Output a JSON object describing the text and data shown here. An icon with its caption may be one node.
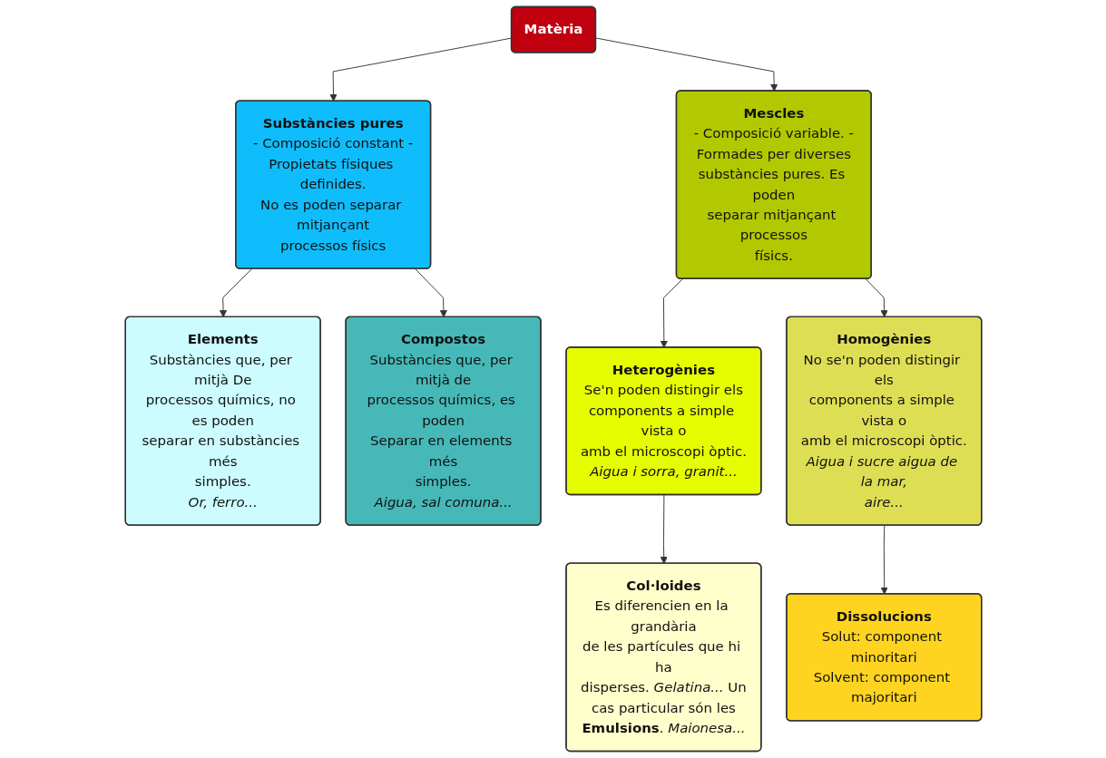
{
  "diagram": {
    "nodes": [
      {
        "text": [
          "Matèria"
        ]
      },
      {
        "text": [
          "Substàncies pures",
          "- Composició constant - Propietats físiques definides. No es poden separar mitjançant processos físics"
        ]
      },
      {
        "text": [
          "Mescles",
          "- Composició variable. - Formades per diverses substàncies pures. Es poden separar mitjançant processos físics."
        ]
      },
      {
        "text": [
          "Elements",
          "Substàncies que, per mitjà De processos químics, no es poden separar en substàncies més simples.",
          "Or, ferro..."
        ]
      },
      {
        "text": [
          "Compostos",
          "Substàncies que, per mitjà de processos químics, es poden Separar en elements més simples.",
          "Aigua, sal comuna..."
        ]
      },
      {
        "text": [
          "Heterogènies",
          "Se'n poden distingir els components a simple vista o amb el microscopi òptic.",
          "Aigua i sorra, granit..."
        ]
      },
      {
        "text": [
          "Homogènies",
          "No se'n poden distingir els components a simple vista o amb el microscopi òptic.",
          "Aigua i sucre aigua de la mar, aire..."
        ]
      },
      {
        "text": [
          "Col·loides",
          "Es diferencien en la grandària de les partícules que hi ha disperses. *Gelatina...* Un cas particular són les **Emulsions**. *Maionesa...*"
        ]
      },
      {
        "text": [
          "Dissolucions",
          "Solut: component minoritari Solvent: component majoritari"
        ]
      }
    ],
    "edges": [
      {
        "from": 0,
        "to": 1,
        "arrow": "to"
      },
      {
        "from": 0,
        "to": 2,
        "arrow": "to"
      },
      {
        "from": 1,
        "to": 3,
        "arrow": "to"
      },
      {
        "from": 1,
        "to": 4,
        "arrow": "to"
      },
      {
        "from": 2,
        "to": 5,
        "arrow": "to"
      },
      {
        "from": 2,
        "to": 6,
        "arrow": "to"
      },
      {
        "from": 5,
        "to": 7,
        "arrow": "to"
      },
      {
        "from": 6,
        "to": 8,
        "arrow": "to"
      }
    ]
  }
}
